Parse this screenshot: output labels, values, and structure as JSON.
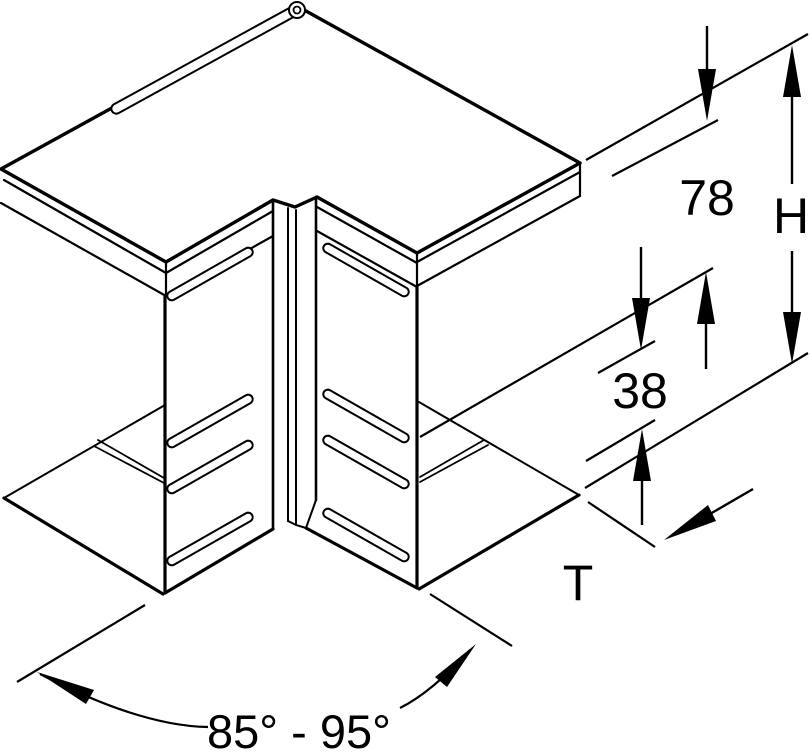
{
  "labels": {
    "dim_78": "78",
    "dim_H": "H",
    "dim_38": "38",
    "dim_T": "T",
    "angle_range": "85° - 95°"
  },
  "drawing": {
    "subject": "cable-trunking-inner-corner-technical-drawing",
    "features": {
      "adjustment_screw": "screw-head-at-lid-apex",
      "adjustment_slot": "curved-slot-in-lid",
      "wall_slots_per_side": 4
    }
  },
  "colors": {
    "stroke": "#000000",
    "background": "#ffffff"
  }
}
